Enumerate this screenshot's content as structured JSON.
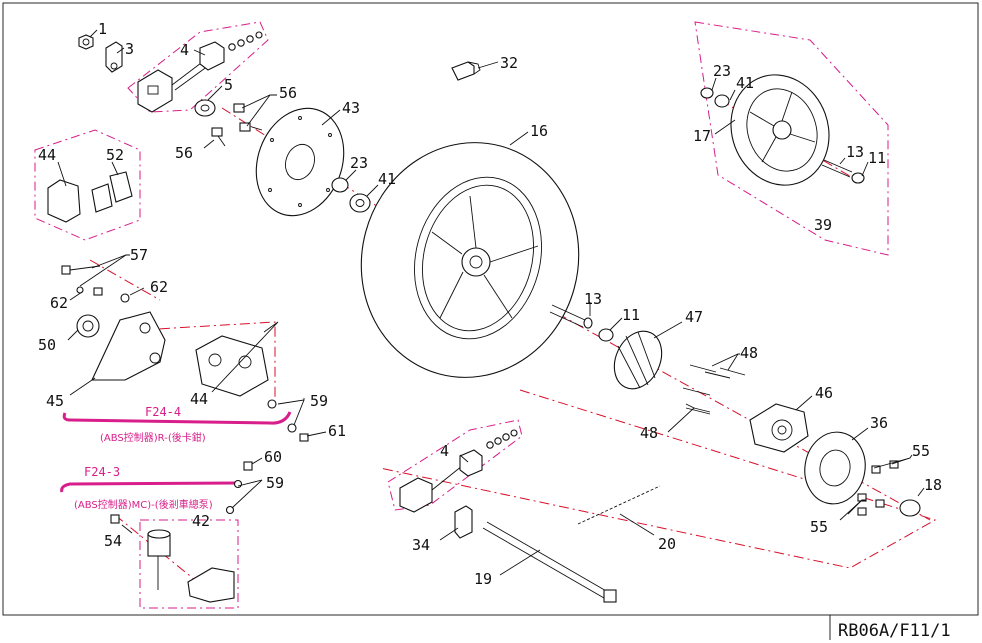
{
  "diagram": {
    "drawing_code": "RB06A/F11/1",
    "hose_labels": {
      "f24_4_code": "F24-4",
      "f24_4_desc": "(ABS控制器)R-(後卡鉗)",
      "f24_3_code": "F24-3",
      "f24_3_desc": "(ABS控制器)MC)-(後剎車總泵)"
    },
    "callouts": {
      "c1": "1",
      "c3": "3",
      "c4a": "4",
      "c5": "5",
      "c56a": "56",
      "c56b": "56",
      "c43": "43",
      "c32": "32",
      "c16": "16",
      "c23a": "23",
      "c41a": "41",
      "c23b": "23",
      "c41b": "41",
      "c17": "17",
      "c13a": "13",
      "c11a": "11",
      "c39": "39",
      "c44a": "44",
      "c52": "52",
      "c57": "57",
      "c62a": "62",
      "c62b": "62",
      "c50": "50",
      "c45": "45",
      "c44b": "44",
      "c59a": "59",
      "c61": "61",
      "c13b": "13",
      "c11b": "11",
      "c47": "47",
      "c48a": "48",
      "c48b": "48",
      "c46": "46",
      "c36": "36",
      "c55a": "55",
      "c55b": "55",
      "c18": "18",
      "c4b": "4",
      "c20": "20",
      "c34": "34",
      "c19": "19",
      "c60": "60",
      "c59b": "59",
      "c42": "42",
      "c54": "54"
    }
  },
  "colors": {
    "ink": "#111111",
    "magenta": "#d81e8a",
    "red": "#d8102a"
  }
}
